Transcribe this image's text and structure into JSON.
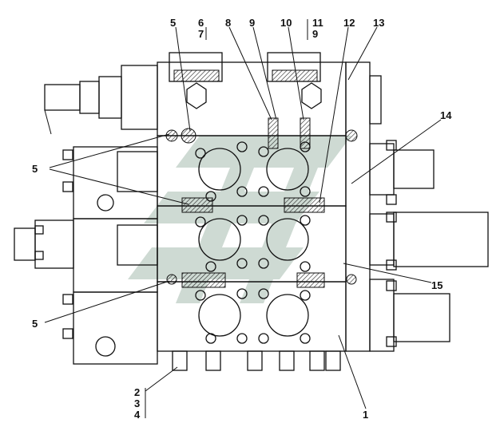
{
  "colors": {
    "line": "#111111",
    "hatch": "#222222",
    "watermark": "#c9d6cf",
    "background": "#ffffff"
  },
  "callouts": {
    "c1": "1",
    "c234_a": "2",
    "c234_b": "3",
    "c234_c": "4",
    "c5_top": "5",
    "c5_left_mid": "5",
    "c5_left_bottom": "5",
    "c67_a": "6",
    "c67_b": "7",
    "c8": "8",
    "c9": "9",
    "c10": "10",
    "c11_a": "11",
    "c11_b": "9",
    "c12": "12",
    "c13": "13",
    "c14": "14",
    "c15": "15"
  },
  "watermark_icon": "diagonal-stripes-logo"
}
